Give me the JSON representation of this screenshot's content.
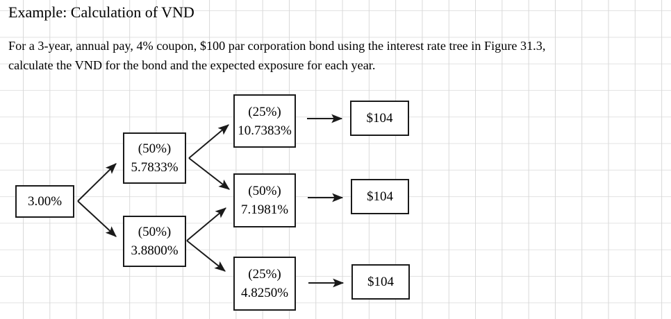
{
  "slide": {
    "title": "Example: Calculation of VND",
    "body_lines": [
      "For a 3-year, annual pay, 4% coupon, $100 par corporation bond using the interest rate tree in Figure 31.3,",
      "calculate the VND for the bond and the expected exposure for each year."
    ]
  },
  "diagram": {
    "type": "binomial-interest-rate-tree",
    "line_color": "#1a1a1a",
    "grid_color": "#dcdcdc",
    "nodes": {
      "root": {
        "rate": "3.00%"
      },
      "up1": {
        "prob": "(50%)",
        "rate": "5.7833%"
      },
      "down1": {
        "prob": "(50%)",
        "rate": "3.8800%"
      },
      "up2": {
        "prob": "(25%)",
        "rate": "10.7383%"
      },
      "mid2": {
        "prob": "(50%)",
        "rate": "7.1981%"
      },
      "down2": {
        "prob": "(25%)",
        "rate": "4.8250%"
      },
      "pay_top": {
        "value": "$104"
      },
      "pay_mid": {
        "value": "$104"
      },
      "pay_bot": {
        "value": "$104"
      }
    }
  }
}
